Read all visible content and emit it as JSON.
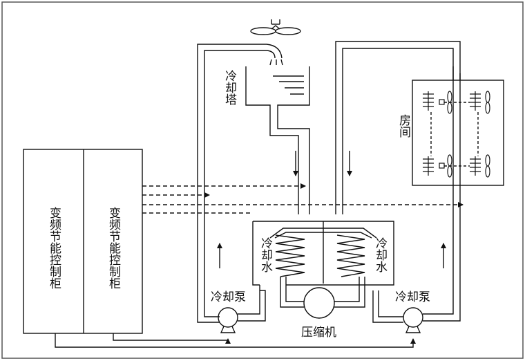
{
  "labels": {
    "cabinet_left": "变频节能控制柜",
    "cabinet_right": "变频节能控制柜",
    "cooling_tower": "冷却塔",
    "room": "房间",
    "cooling_water_left": "冷却水",
    "cooling_water_right": "冷却水",
    "pump_left": "冷却泵",
    "pump_right": "冷却泵",
    "compressor": "压缩机"
  }
}
